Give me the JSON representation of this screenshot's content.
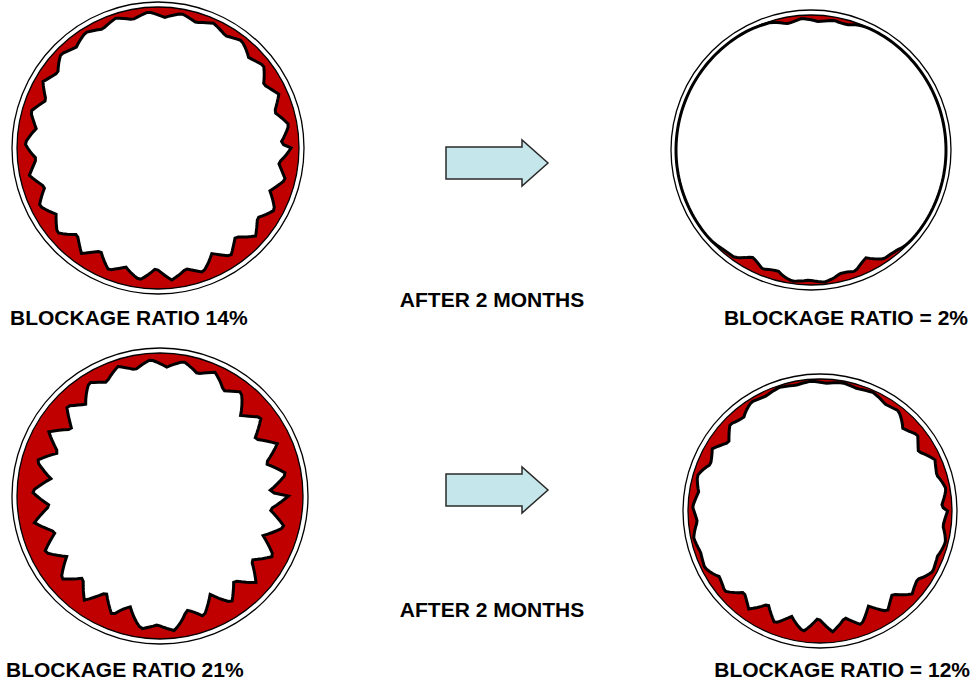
{
  "diagram": {
    "labels": [
      "BLOCKAGE RATIO 14%",
      "AFTER 2 MONTHS",
      "BLOCKAGE RATIO = 2%",
      "BLOCKAGE RATIO 21%",
      "AFTER 2 MONTHS",
      "BLOCKAGE RATIO = 12%"
    ]
  }
}
